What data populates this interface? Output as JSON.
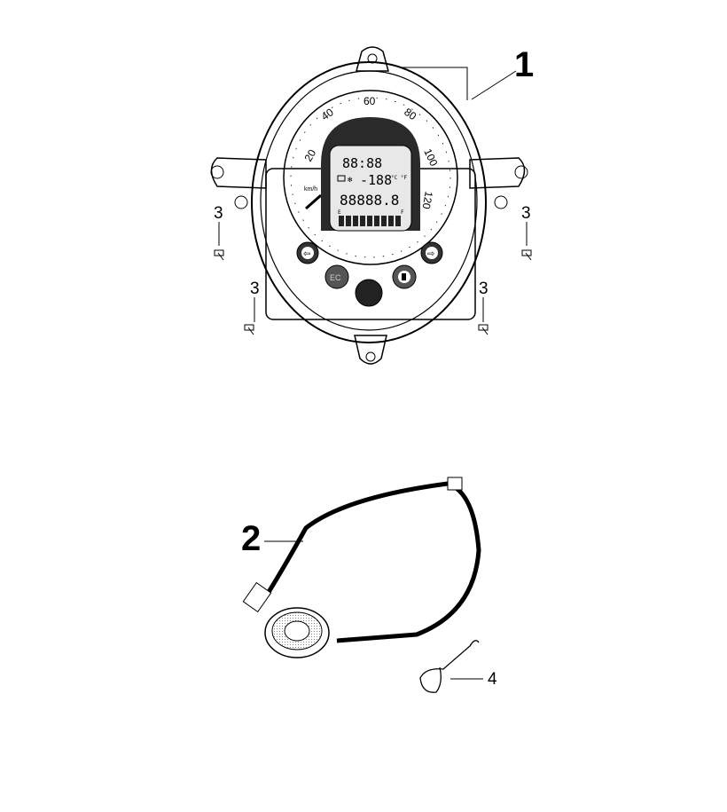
{
  "callouts": {
    "part1": "1",
    "part2": "2",
    "part3": "3",
    "part4": "4"
  },
  "gauge": {
    "speed_ticks": [
      "20",
      "40",
      "60",
      "80",
      "100",
      "120"
    ],
    "unit": "km/h",
    "lcd_clock": "88:88",
    "lcd_temp": "-188",
    "lcd_temp_units": "°C °F",
    "lcd_odometer": "88888.8",
    "fuel_empty": "E",
    "fuel_full": "F",
    "button_left": "EC"
  },
  "colors": {
    "ink": "#000000",
    "shade": "#d9d9d9",
    "dark": "#2a2a2a"
  }
}
